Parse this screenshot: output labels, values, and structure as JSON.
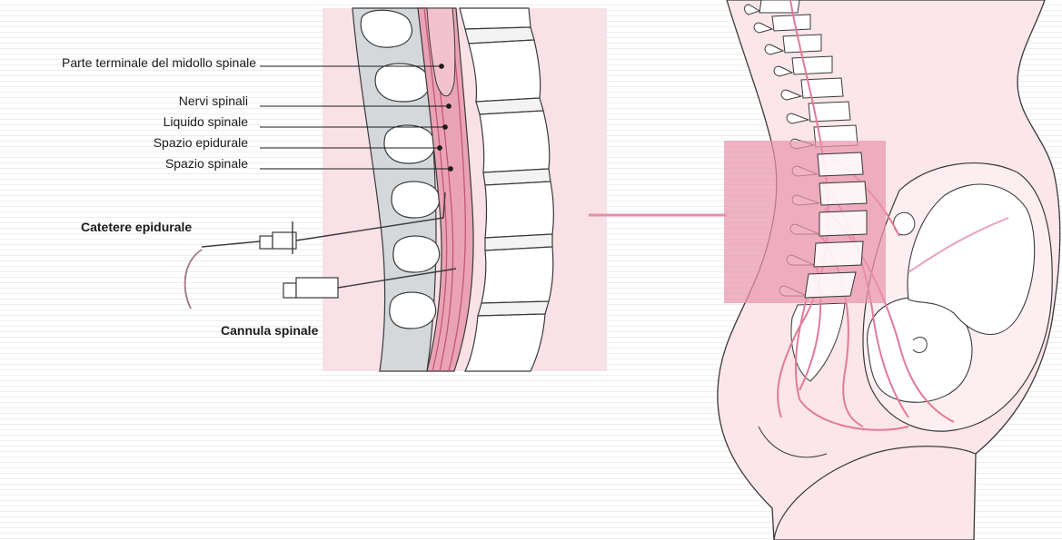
{
  "labels": {
    "terminal_spinal_cord": "Parte terminale del midollo spinale",
    "spinal_nerves": "Nervi spinali",
    "spinal_fluid": "Liquido spinale",
    "epidural_space": "Spazio epidurale",
    "spinal_space": "Spazio spinale",
    "epidural_catheter": "Catetere epidurale",
    "spinal_cannula": "Cannula spinale"
  },
  "colors": {
    "panel_background": "#f8e1e7",
    "highlight_box": "#e996ae",
    "connector_line": "#e58fa8",
    "body_fill": "#fbe6ea",
    "outline": "#3a3a3a",
    "nerve": "#e27a98",
    "vertebra_fill": "#ffffff",
    "disc_fill": "#d9dcde",
    "spinal_canal_fill": "#e9a3b5"
  }
}
